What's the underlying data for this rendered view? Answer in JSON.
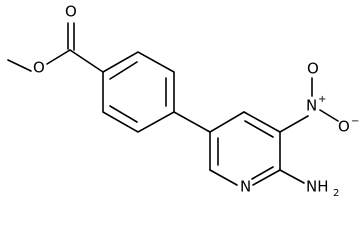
{
  "structure": {
    "atoms": {
      "ester_o_single": "O",
      "ester_o_double": "O",
      "pyridine_n": "N",
      "nitro_n": "N",
      "nitro_n_charge": "+",
      "nitro_o_top": "O",
      "nitro_o_right": "O",
      "nitro_o_charge": "−",
      "amino": "NH",
      "amino_subscript": "2"
    }
  }
}
